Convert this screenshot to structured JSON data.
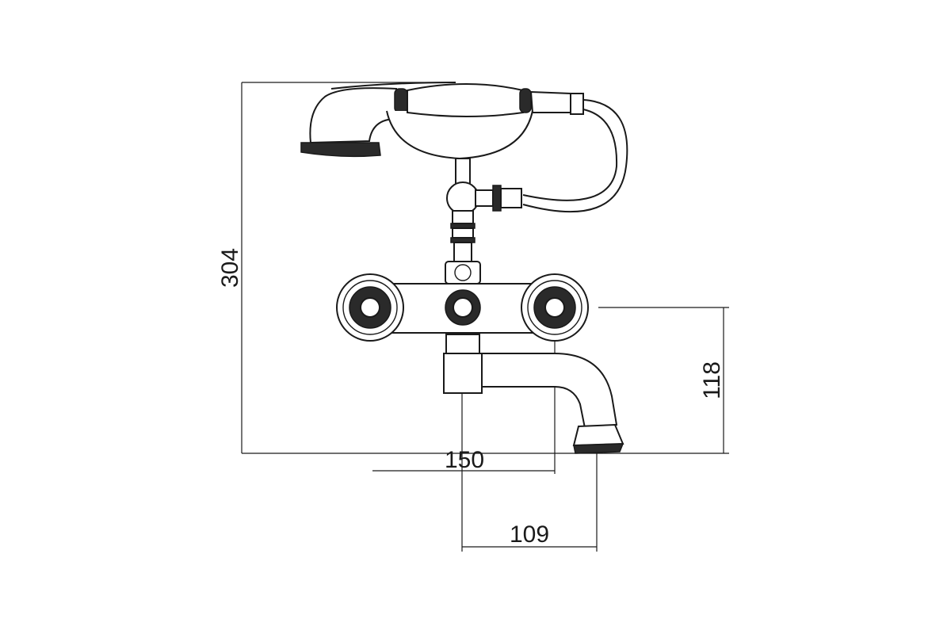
{
  "dimensions": {
    "height_total": "304",
    "spout_height": "118",
    "handle_to_spout_width": "150",
    "spout_reach": "109"
  }
}
